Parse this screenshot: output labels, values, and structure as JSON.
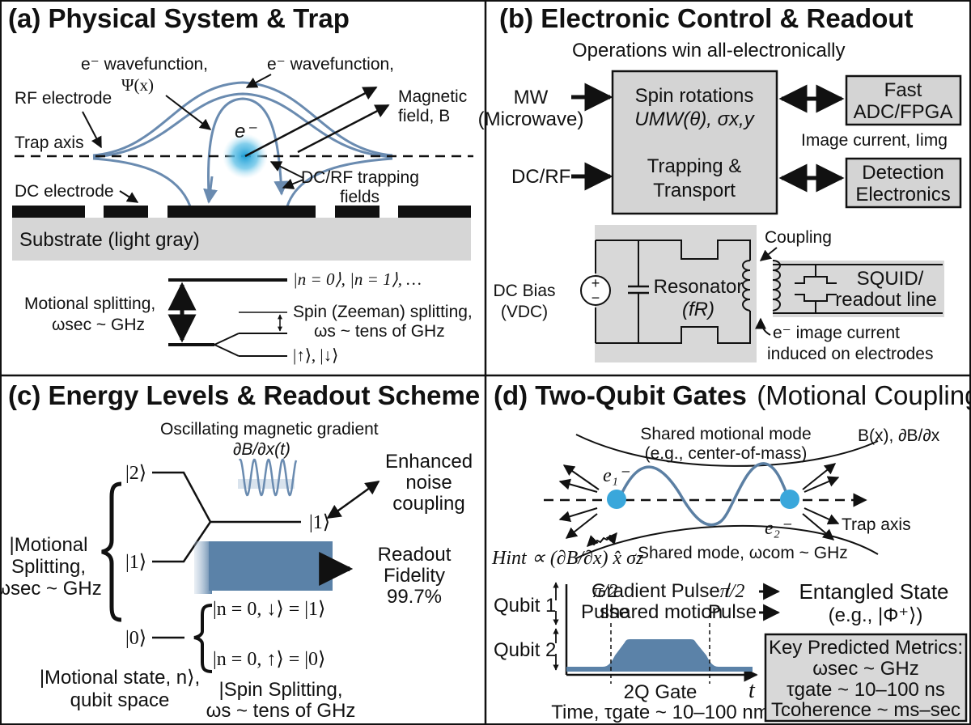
{
  "colors": {
    "wave_blue": "#6a8bb0",
    "fill_blue": "#5b82a8",
    "electron_cyan": "#2aa6d8",
    "substrate_gray": "#d6d6d6",
    "box_gray": "#d4d4d4",
    "black": "#111111"
  },
  "panel_a": {
    "title": "(a) Physical System & Trap",
    "wavefunction_label_1": "e⁻ wavefunction,",
    "wavefunction_label_1b": "Ψ(x)",
    "wavefunction_label_2": "e⁻ wavefunction,",
    "rf_electrode": "RF electrode",
    "trap_axis": "Trap axis",
    "electron": "e⁻",
    "magnetic_1": "Magnetic",
    "magnetic_2": "field, B",
    "dcrf_1": "DC/RF trapping",
    "dcrf_2": "fields",
    "dc_electrode": "DC electrode",
    "substrate": "Substrate (light gray)",
    "levels_top": "|n = 0⟩, |n = 1⟩, …",
    "motional_1": "Motional splitting,",
    "motional_2": "ωsec ~ GHz",
    "spin_1": "Spin (Zeeman) splitting,",
    "spin_2": "ωs ~ tens of GHz",
    "levels_bottom": "|↑⟩, |↓⟩"
  },
  "panel_b": {
    "title": "(b) Electronic Control & Readout",
    "subtitle": "Operations win all-electronically",
    "mw_1": "MW",
    "mw_2": "(Microwave)",
    "dcrf": "DC/RF",
    "spin_rot_1": "Spin rotations",
    "spin_rot_2": "UMW(θ), σx,y",
    "trapping_1": "Trapping &",
    "trapping_2": "Transport",
    "fast_1": "Fast",
    "fast_2": "ADC/FPGA",
    "image_current": "Image current, Iimg",
    "detection_1": "Detection",
    "detection_2": "Electronics",
    "dc_bias_1": "DC Bias",
    "dc_bias_2": "(VDC)",
    "resonator_1": "Resonator",
    "resonator_2": "(fR)",
    "coupling": "Coupling",
    "squid_1": "SQUID/",
    "squid_2": "readout line",
    "image_induced_1": "e⁻ image current",
    "image_induced_2": "induced on electrodes"
  },
  "panel_c": {
    "title": "(c) Energy Levels & Readout Scheme",
    "osc_1": "Oscillating magnetic gradient",
    "osc_2": "∂B/∂x(t)",
    "enhanced_1": "Enhanced",
    "enhanced_2": "noise",
    "enhanced_3": "coupling",
    "level_2": "|2⟩",
    "level_1": "|1⟩",
    "level_0": "|0⟩",
    "level_1_right": "|1⟩",
    "motional_1": "|Motional",
    "motional_2": "Splitting,",
    "motional_3": "ωsec ~ GHz",
    "readout_1": "Readout",
    "readout_2": "Fidelity",
    "readout_value": "99.7%",
    "state_down": "|n = 0, ↓⟩ = |1⟩",
    "state_up": "|n = 0, ↑⟩ = |0⟩",
    "motional_state_1": "|Motional state, n⟩,",
    "motional_state_2": "qubit space",
    "spin_split_1": "|Spin Splitting,",
    "spin_split_2": "ωs ~ tens of GHz"
  },
  "panel_d": {
    "title_bold": "(d) Two-Qubit Gates",
    "title_normal": "(Motional Coupling)",
    "shared_mode_1": "Shared motional mode",
    "shared_mode_2": "(e.g., center-of-mass)",
    "bfield": "B(x), ∂B/∂x",
    "e1": "e₁⁻",
    "e2": "e₂⁻",
    "trap_axis": "Trap axis",
    "hamiltonian": "Hint ∝ (∂B/∂x) x̂ σz",
    "shared_mode_com": "Shared mode, ωcom ~ GHz",
    "qubit_1": "Qubit 1",
    "qubit_2": "Qubit 2",
    "pi2_a_1": "π/2",
    "pi2_a_2": "Pulse",
    "gradient_1": "Gradient Pulse /",
    "gradient_2": "shared motion",
    "pi2_b_1": "π/2",
    "pi2_b_2": "Pulse",
    "entangled_1": "Entangled State",
    "entangled_2": "(e.g., |Φ⁺⟩)",
    "gate_1": "2Q Gate",
    "gate_2": "Time, τgate ~ 10–100 nm",
    "t_axis": "t",
    "metrics_title": "Key Predicted Metrics:",
    "metric_1": "ωsec ~ GHz",
    "metric_2": "τgate ~ 10–100 ns",
    "metric_3": "Tcoherence ~ ms–sec"
  }
}
